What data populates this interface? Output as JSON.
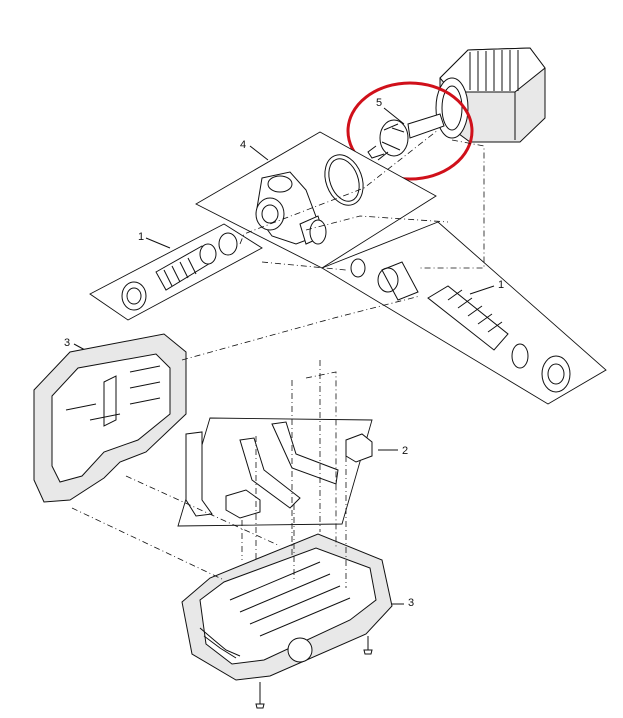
{
  "diagram": {
    "labels": {
      "impeller": "5",
      "housing": "4",
      "hose_left": "1",
      "hose_right": "1",
      "base_top": "3",
      "base_bottom": "3",
      "foam_inserts": "2"
    },
    "highlight_color": "#d0101a"
  }
}
